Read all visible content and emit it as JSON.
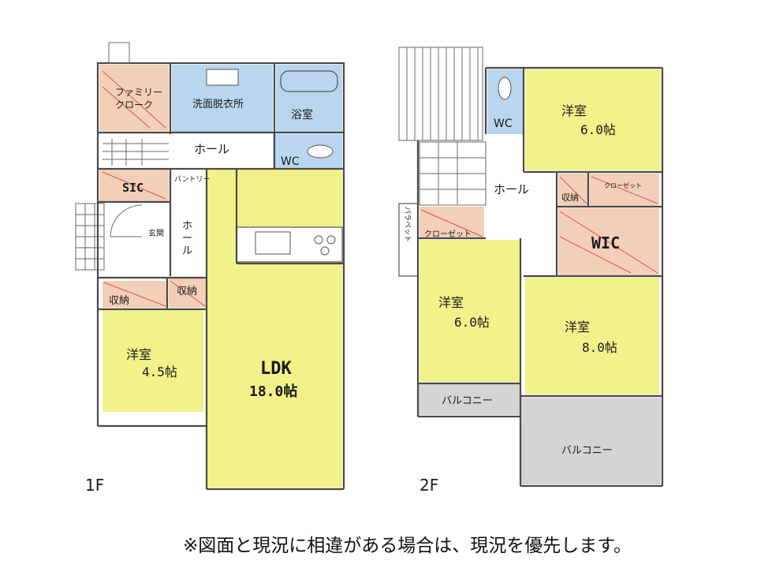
{
  "colors": {
    "yellow": "#f2f28a",
    "blue": "#b9d6ee",
    "salmon": "#f3cfb8",
    "gray": "#d4d4d4",
    "wall": "#4a4a4a"
  },
  "floor1": {
    "label": "1F",
    "rooms": {
      "family_cloak": [
        "ファミリー",
        "クローク"
      ],
      "washroom": "洗面脱衣所",
      "bath": "浴室",
      "wc": "WC",
      "hall": "ホール",
      "sic": "SIC",
      "pantry": "パントリー",
      "entrance": "玄関",
      "hall_vertical": [
        "ホ",
        "ー",
        "ル"
      ],
      "storage_left": "収納",
      "storage_right": "収納",
      "western": {
        "name": "洋室",
        "size": "4.5帖"
      },
      "ldk": {
        "name": "LDK",
        "size": "18.0帖"
      }
    }
  },
  "floor2": {
    "label": "2F",
    "rooms": {
      "wc": "WC",
      "hall": "ホール",
      "storage": "収納",
      "closet_right": "クローゼット",
      "closet_left": "クローゼット",
      "wic": "WIC",
      "parapet": "パラペット",
      "western_ne": {
        "name": "洋室",
        "size": "6.0帖"
      },
      "western_sw": {
        "name": "洋室",
        "size": "6.0帖"
      },
      "western_se": {
        "name": "洋室",
        "size": "8.0帖"
      },
      "balcony_left": "バルコニー",
      "balcony_right": "バルコニー"
    }
  },
  "notice": "※図面と現況に相違がある場合は、現況を優先します。"
}
